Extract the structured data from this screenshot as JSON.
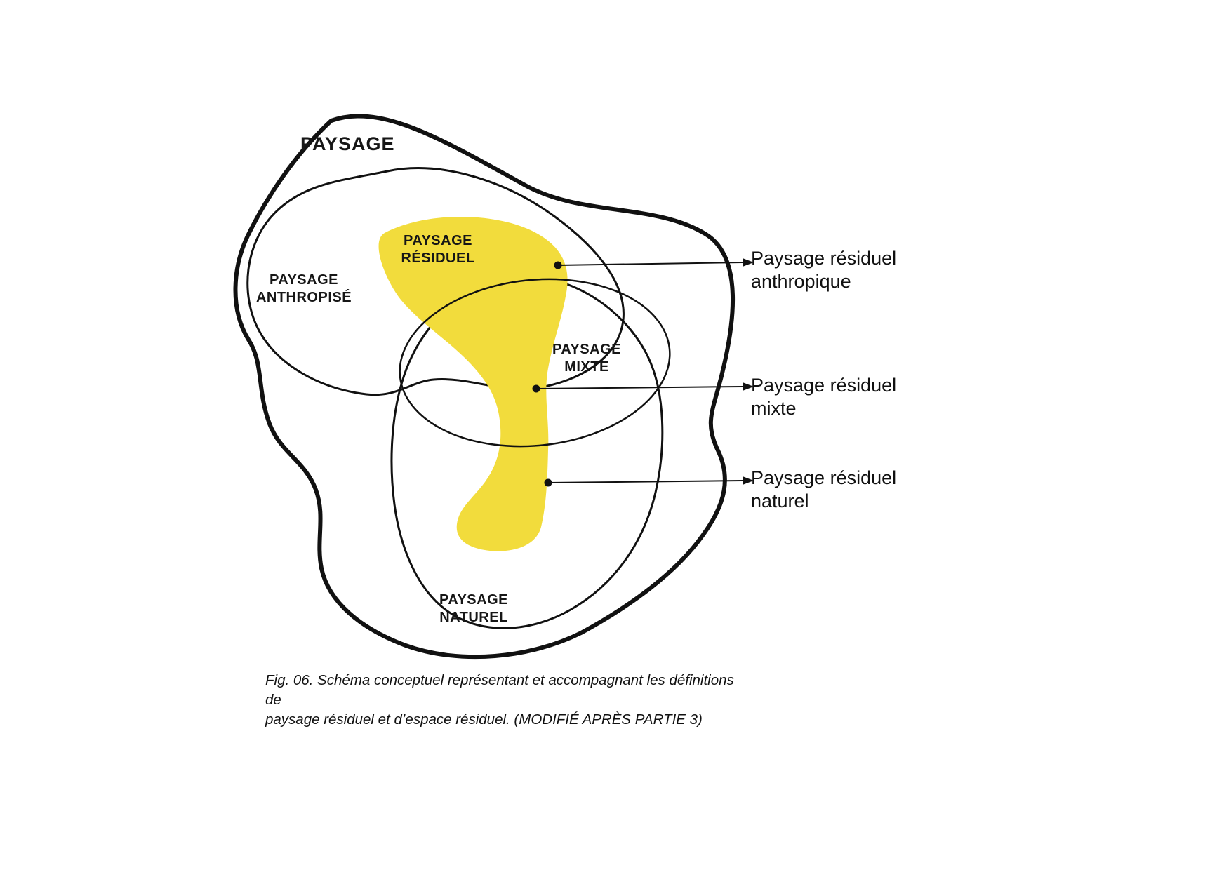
{
  "title": "PAYSAGE",
  "regions": {
    "anthropise": {
      "line1": "PAYSAGE",
      "line2": "ANTHROPISÉ"
    },
    "residuel": {
      "line1": "PAYSAGE",
      "line2": "RÉSIDUEL"
    },
    "mixte": {
      "line1": "PAYSAGE",
      "line2": "MIXTE"
    },
    "naturel": {
      "line1": "PAYSAGE",
      "line2": "NATUREL"
    }
  },
  "callouts": {
    "anthropique": {
      "line1": "Paysage résiduel",
      "line2": "anthropique"
    },
    "mixte": {
      "line1": "Paysage résiduel",
      "line2": "mixte"
    },
    "naturel": {
      "line1": "Paysage résiduel",
      "line2": "naturel"
    }
  },
  "caption": {
    "line1": "Fig. 06. Schéma conceptuel représentant et accompagnant les définitions de",
    "line2": "paysage résiduel et d’espace résiduel. (MODIFIÉ APRÈS PARTIE 3)"
  },
  "colors": {
    "residual_yellow": "#F2DC3C",
    "line_black": "#111111"
  }
}
